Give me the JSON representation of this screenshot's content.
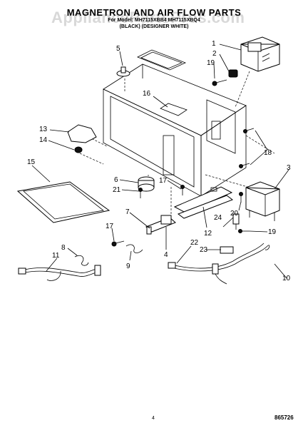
{
  "header": {
    "watermark": "AppliancePartsPros.com",
    "title": "MAGNETRON AND AIR FLOW PARTS",
    "subtitle_line1": "For Model: MH7115XBB4  MH7115XBQ4",
    "subtitle_line2": "(BLACK)        (DESIGNER WHITE)"
  },
  "callouts": [
    "1",
    "2",
    "19",
    "5",
    "16",
    "13",
    "14",
    "15",
    "6",
    "21",
    "17",
    "18",
    "3",
    "20",
    "24",
    "12",
    "7",
    "17",
    "4",
    "9",
    "8",
    "11",
    "22",
    "23",
    "19",
    "10"
  ],
  "footer": {
    "page_number": "4",
    "reference_number": "865726"
  }
}
